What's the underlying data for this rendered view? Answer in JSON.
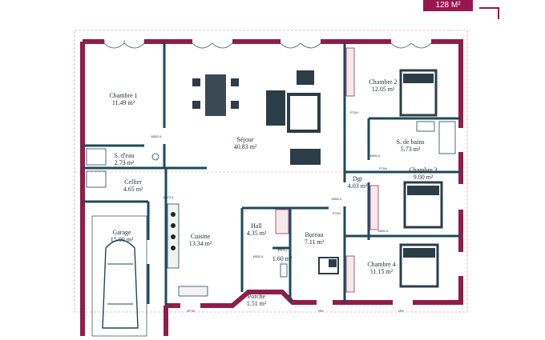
{
  "header": {
    "area_badge": "128 M²"
  },
  "colors": {
    "exterior_wall": "#8f1d4a",
    "interior_wall": "#1e4a5a",
    "accent": "#98174f"
  },
  "rooms": [
    {
      "name": "Chambre 1",
      "area": "11.49 m²"
    },
    {
      "name": "Séjour",
      "area": "40.83 m²"
    },
    {
      "name": "Chambre 2",
      "area": "12.05 m²"
    },
    {
      "name": "S. d'eau",
      "area": "2.73 m²"
    },
    {
      "name": "S. de bains",
      "area": "5.73 m²"
    },
    {
      "name": "Cellier",
      "area": "4.65 m²"
    },
    {
      "name": "Dgt",
      "area": "4.03 m²"
    },
    {
      "name": "Chambre 3",
      "area": "9.00 m²"
    },
    {
      "name": "Garage",
      "area": "15.00 m²"
    },
    {
      "name": "Cuisine",
      "area": "13.34 m²"
    },
    {
      "name": "Hall",
      "area": "4.35 m²"
    },
    {
      "name": "Bureau",
      "area": "7.11 m²"
    },
    {
      "name": "WC",
      "area": "1.60 m²"
    },
    {
      "name": "Chambre 4",
      "area": "11.15 m²"
    },
    {
      "name": "Porche",
      "area": "1.51 m²"
    }
  ]
}
